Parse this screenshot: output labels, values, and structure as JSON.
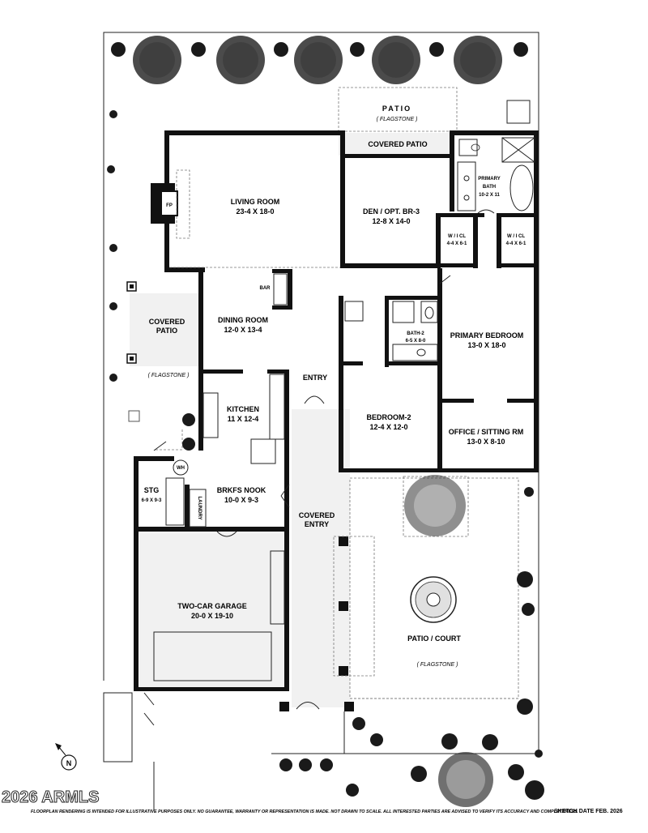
{
  "rooms": {
    "patio": {
      "name": "PATIO",
      "note": "( FLAGSTONE )"
    },
    "covered_patio_top": {
      "name": "COVERED  PATIO"
    },
    "living_room": {
      "name": "LIVING ROOM",
      "dims": "23-4  X  18-0"
    },
    "fireplace": {
      "name": "FP"
    },
    "den": {
      "name": "DEN / OPT. BR-3",
      "dims": "12-8  X  14-0"
    },
    "primary_bath": {
      "name1": "PRIMARY",
      "name2": "BATH",
      "dims": "10-2 X 11"
    },
    "wic_left": {
      "name": "W / I  CL",
      "dims": "4-4 X 6-1"
    },
    "wic_right": {
      "name": "W / I  CL",
      "dims": "4-4 X 6-1"
    },
    "bar": {
      "name": "BAR"
    },
    "covered_patio_left": {
      "name1": "COVERED",
      "name2": "PATIO",
      "note": "( FLAGSTONE )"
    },
    "dining_room": {
      "name": "DINING ROOM",
      "dims": "12-0  X  13-4"
    },
    "bath2": {
      "name": "BATH-2",
      "dims": "6-5 X 8-0"
    },
    "primary_bedroom": {
      "name": "PRIMARY BEDROOM",
      "dims": "13-0  X  18-0"
    },
    "entry": {
      "name": "ENTRY"
    },
    "kitchen": {
      "name": "KITCHEN",
      "dims": "11 X 12-4"
    },
    "bedroom2": {
      "name": "BEDROOM-2",
      "dims": "12-4  X  12-0"
    },
    "office": {
      "name": "OFFICE / SITTING RM",
      "dims": "13-0  X  8-10"
    },
    "water_heater": {
      "name": "WH"
    },
    "storage": {
      "name": "STG",
      "dims": "6-9 X 9-3"
    },
    "laundry": {
      "name": "LAUNDRY"
    },
    "brkfs_nook": {
      "name": "BRKFS NOOK",
      "dims": "10-0  X  9-3"
    },
    "covered_entry": {
      "name1": "COVERED",
      "name2": "ENTRY"
    },
    "garage": {
      "name": "TWO-CAR GARAGE",
      "dims": "20-0  X  19-10"
    },
    "patio_court": {
      "name": "PATIO  /  COURT",
      "note": "( FLAGSTONE )"
    }
  },
  "compass": {
    "label": "N"
  },
  "footer": {
    "brand": "2026 ARMLS",
    "disclaimer": "FLOORPLAN RENDERING IS INTENDED FOR ILLUSTRATIVE PURPOSES ONLY.  NO GUARANTEE, WARRANTY OR REPRESENTATION IS MADE.   NOT DRAWN TO SCALE.   ALL INTERESTED PARTIES ARE ADVISED TO VERIFY ITS ACCURACY AND COMPLETENESS.",
    "sketch_date": "SKETCH DATE FEB. 2026"
  },
  "colors": {
    "wall": "#111111",
    "floor_shade": "#f1f1f1",
    "dash": "#777777"
  }
}
